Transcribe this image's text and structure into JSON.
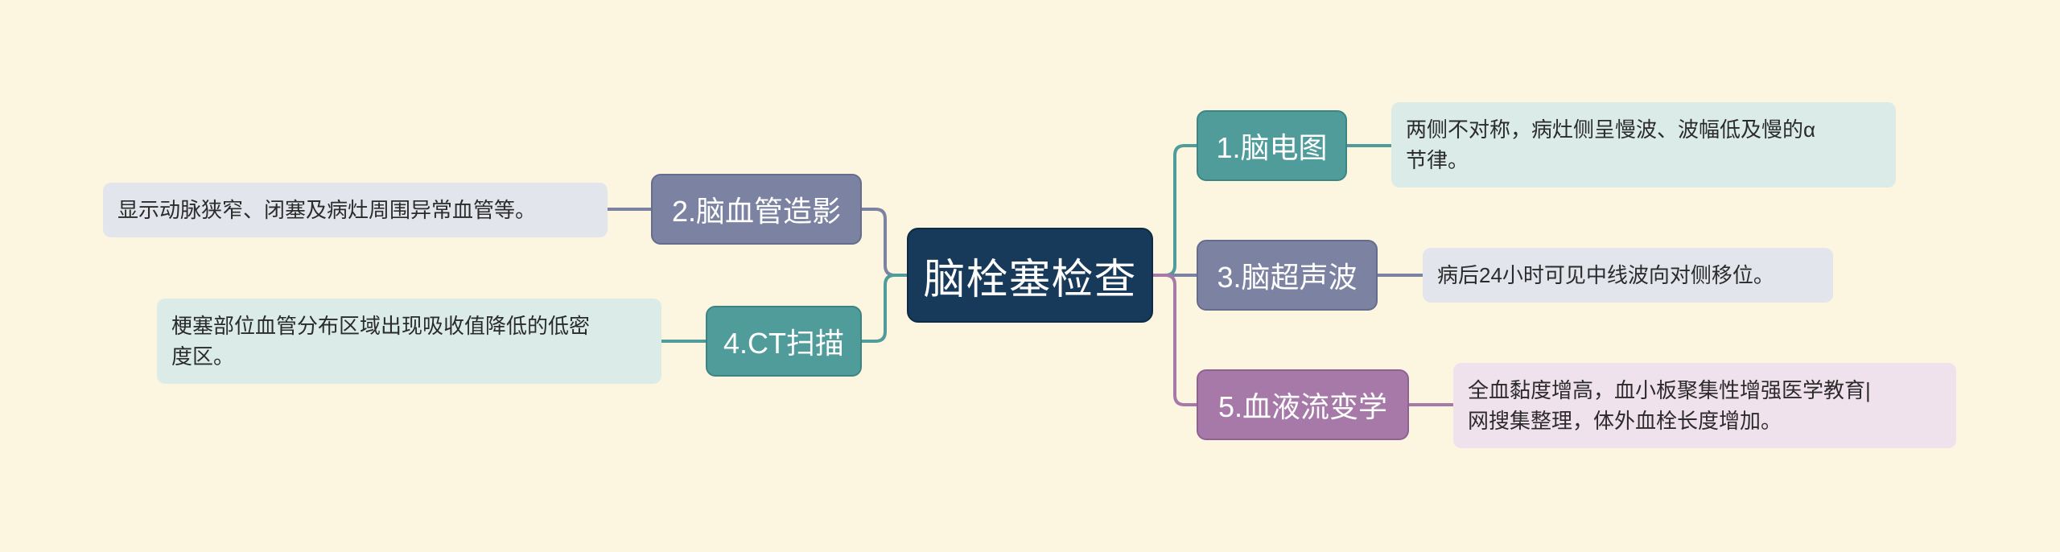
{
  "center": {
    "label": "脑栓塞检查"
  },
  "branches": [
    {
      "label": "1.脑电图",
      "detail": [
        "两侧不对称，病灶侧呈慢波、波幅低及慢的α",
        "节律。"
      ],
      "color": "#4f9c9b"
    },
    {
      "label": "3.脑超声波",
      "detail": [
        "病后24小时可见中线波向对侧移位。"
      ],
      "color": "#7c82a2"
    },
    {
      "label": "5.血液流变学",
      "detail": [
        "全血黏度增高，血小板聚集性增强医学教育|",
        "网搜集整理，体外血栓长度增加。"
      ],
      "color": "#a679a8"
    },
    {
      "label": "2.脑血管造影",
      "detail": [
        "显示动脉狭窄、闭塞及病灶周围异常血管等。"
      ],
      "color": "#7c82a2"
    },
    {
      "label": "4.CT扫描",
      "detail": [
        "梗塞部位血管分布区域出现吸收值降低的低密",
        "度区。"
      ],
      "color": "#4f9c9b"
    }
  ]
}
